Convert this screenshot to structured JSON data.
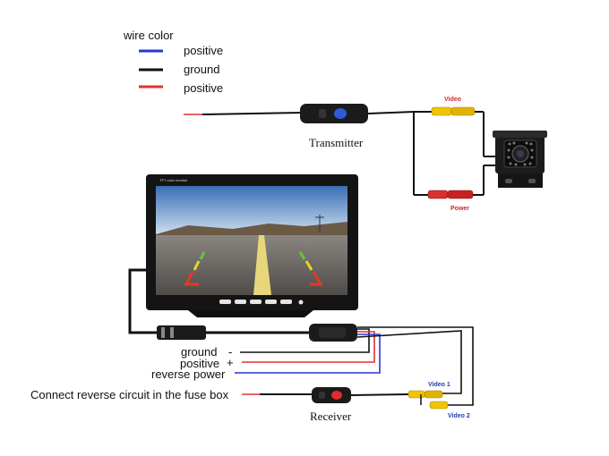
{
  "legend": {
    "title": "wire color",
    "items": [
      {
        "label": "positive",
        "color": "#2436d6"
      },
      {
        "label": "ground",
        "color": "#111111"
      },
      {
        "label": "positive",
        "color": "#e53030"
      }
    ]
  },
  "transmitter": {
    "label": "Transmitter",
    "video_label": "Video",
    "power_label": "Power"
  },
  "monitor": {
    "title": "TFT color monitor",
    "icon": "road-screen-icon"
  },
  "camera": {
    "icon": "rear-camera-icon"
  },
  "wires": {
    "ground_label": "ground",
    "ground_sign": "-",
    "positive_label": "positive",
    "positive_sign": "+",
    "reverse_label": "reverse power",
    "reverse_note": "Connect reverse circuit in the fuse box"
  },
  "receiver": {
    "label": "Receiver",
    "video1_label": "Video 1",
    "video2_label": "Video 2"
  },
  "colors": {
    "blue": "#2436d6",
    "red": "#e53030",
    "black": "#111111",
    "yellow": "#f2c400"
  }
}
